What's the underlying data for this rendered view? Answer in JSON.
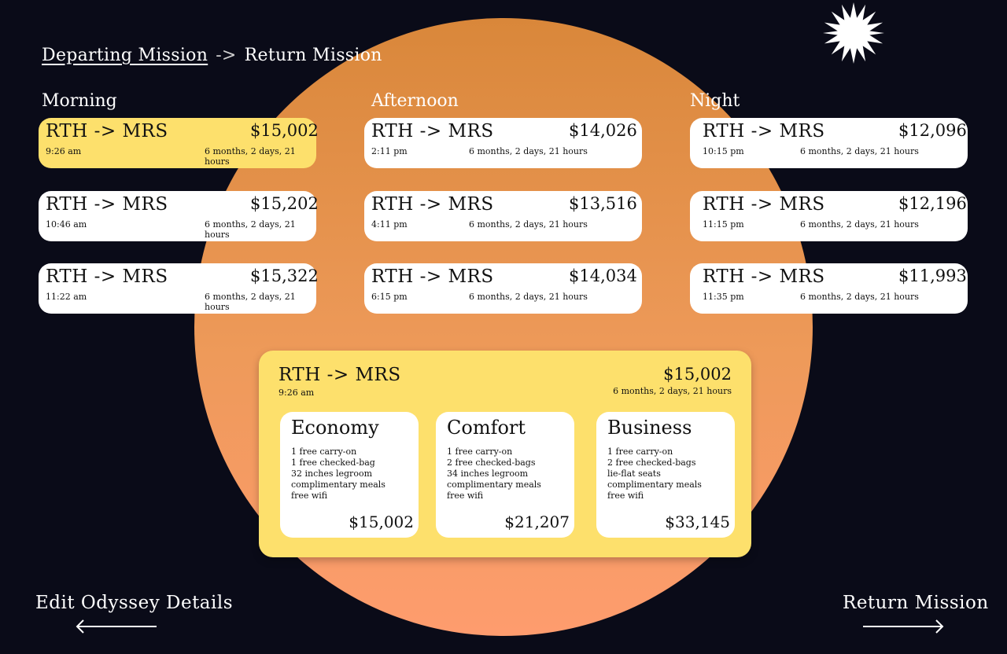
{
  "breadcrumb": {
    "active": "Departing Mission",
    "separator": "->",
    "next": "Return Mission"
  },
  "columns": {
    "morning": {
      "title": "Morning",
      "flights": [
        {
          "route": "RTH -> MRS",
          "price": "$15,002",
          "time": "9:26 am",
          "duration": "6 months, 2 days, 21 hours",
          "selected": true
        },
        {
          "route": "RTH -> MRS",
          "price": "$15,202",
          "time": "10:46 am",
          "duration": "6 months, 2 days, 21 hours",
          "selected": false
        },
        {
          "route": "RTH -> MRS",
          "price": "$15,322",
          "time": "11:22 am",
          "duration": "6 months, 2 days, 21 hours",
          "selected": false
        }
      ]
    },
    "afternoon": {
      "title": "Afternoon",
      "flights": [
        {
          "route": "RTH -> MRS",
          "price": "$14,026",
          "time": "2:11 pm",
          "duration": "6 months, 2 days, 21 hours",
          "selected": false
        },
        {
          "route": "RTH -> MRS",
          "price": "$13,516",
          "time": "4:11 pm",
          "duration": "6 months, 2 days, 21 hours",
          "selected": false
        },
        {
          "route": "RTH -> MRS",
          "price": "$14,034",
          "time": "6:15 pm",
          "duration": "6 months, 2 days, 21 hours",
          "selected": false
        }
      ]
    },
    "night": {
      "title": "Night",
      "flights": [
        {
          "route": "RTH -> MRS",
          "price": "$12,096",
          "time": "10:15 pm",
          "duration": "6 months, 2 days, 21 hours",
          "selected": false
        },
        {
          "route": "RTH -> MRS",
          "price": "$12,196",
          "time": "11:15 pm",
          "duration": "6 months, 2 days, 21 hours",
          "selected": false
        },
        {
          "route": "RTH -> MRS",
          "price": "$11,993",
          "time": "11:35 pm",
          "duration": "6 months, 2 days, 21 hours",
          "selected": false
        }
      ]
    }
  },
  "detail": {
    "route": "RTH -> MRS",
    "time": "9:26 am",
    "price": "$15,002",
    "duration": "6 months, 2 days, 21 hours",
    "fares": [
      {
        "name": "Economy",
        "features": [
          "1 free carry-on",
          "1 free checked-bag",
          "32 inches legroom",
          "complimentary meals",
          "free wifi"
        ],
        "price": "$15,002"
      },
      {
        "name": "Comfort",
        "features": [
          "1 free carry-on",
          "2 free checked-bags",
          "34 inches legroom",
          "complimentary meals",
          "free wifi"
        ],
        "price": "$21,207"
      },
      {
        "name": "Business",
        "features": [
          "1 free carry-on",
          "2 free checked-bags",
          "lie-flat seats",
          "complimentary meals",
          "free wifi"
        ],
        "price": "$33,145"
      }
    ]
  },
  "nav": {
    "back": "Edit Odyssey Details",
    "forward": "Return Mission"
  },
  "colors": {
    "background": "#0a0b18",
    "selected": "#fde06c",
    "sun_top": "#d9873a",
    "sun_bottom": "#fe9c6e"
  },
  "icons": {
    "decor": "starburst-icon",
    "back": "arrow-left-icon",
    "forward": "arrow-right-icon"
  }
}
